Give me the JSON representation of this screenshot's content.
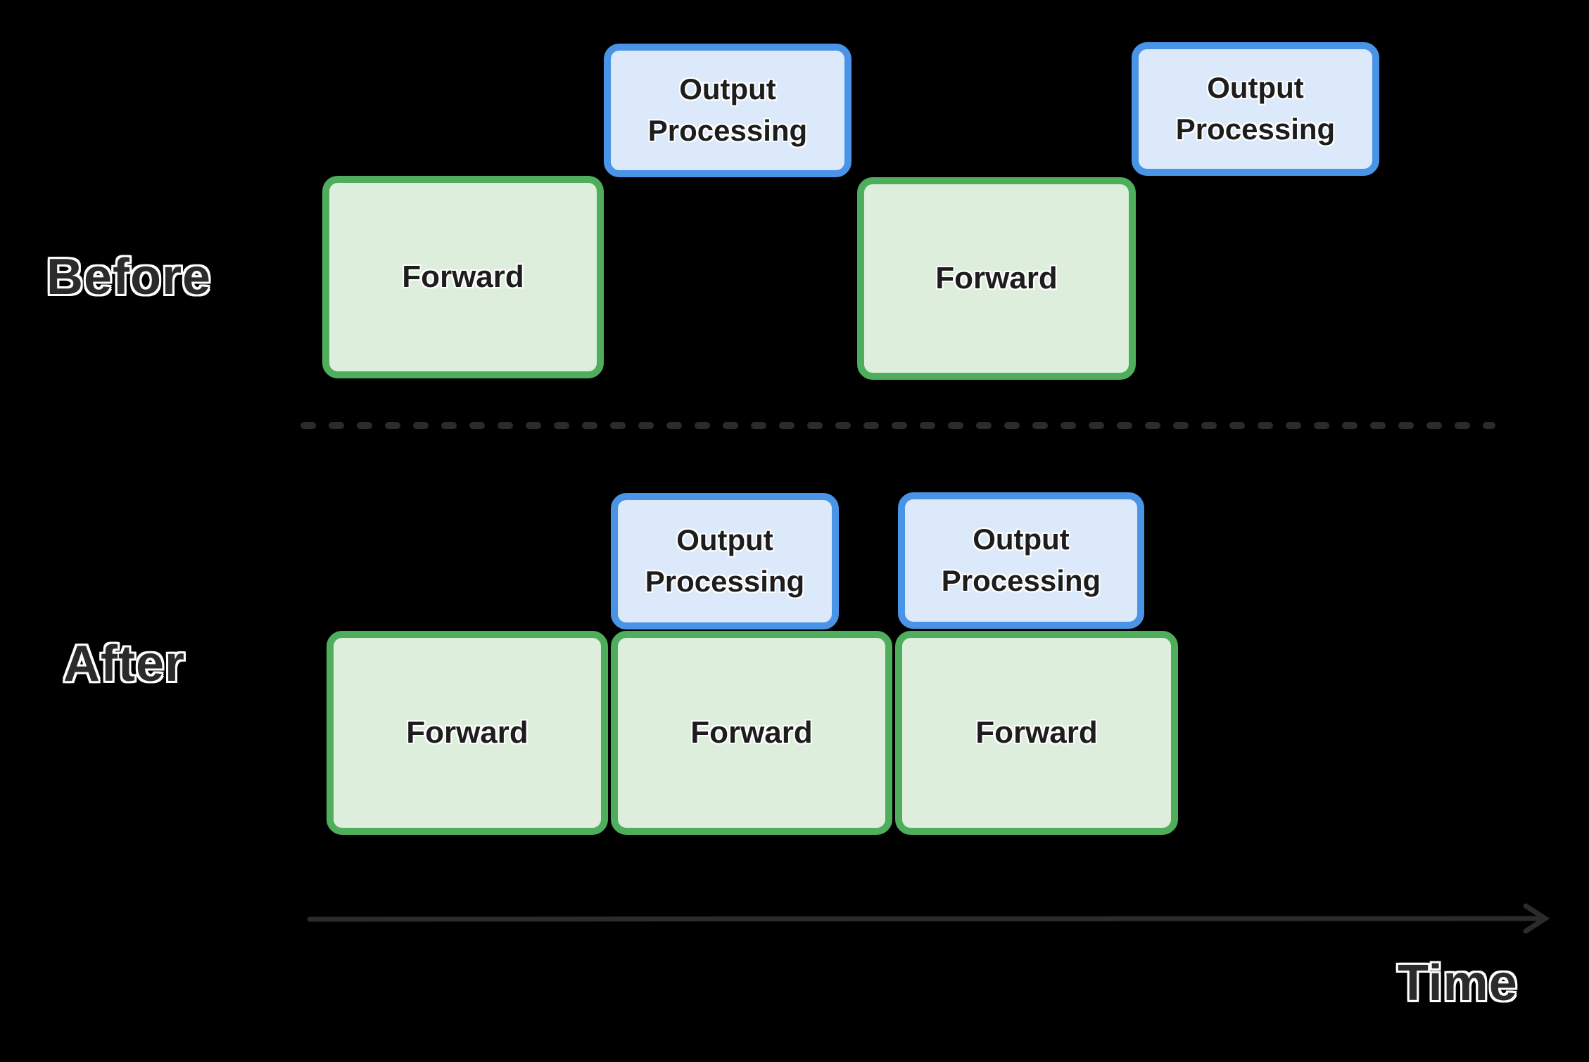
{
  "diagram": {
    "before": {
      "label": "Before",
      "boxes": [
        {
          "id": "forward-1",
          "type": "forward",
          "label": "Forward"
        },
        {
          "id": "output-processing-1",
          "type": "output",
          "label": "Output Processing"
        },
        {
          "id": "forward-2",
          "type": "forward",
          "label": "Forward"
        },
        {
          "id": "output-processing-2",
          "type": "output",
          "label": "Output Processing"
        }
      ]
    },
    "after": {
      "label": "After",
      "boxes": [
        {
          "id": "forward-1",
          "type": "forward",
          "label": "Forward"
        },
        {
          "id": "forward-2",
          "type": "forward",
          "label": "Forward"
        },
        {
          "id": "forward-3",
          "type": "forward",
          "label": "Forward"
        },
        {
          "id": "output-processing-1",
          "type": "output",
          "label": "Output Processing"
        },
        {
          "id": "output-processing-2",
          "type": "output",
          "label": "Output Processing"
        }
      ]
    },
    "time_axis": {
      "label": "Time"
    },
    "colors": {
      "background": "#000000",
      "forward_fill": "#ddeedd",
      "forward_border": "#4fae5c",
      "output_fill": "#dbe9fa",
      "output_border": "#4a94e8",
      "axis": "#2b2b2b"
    }
  }
}
